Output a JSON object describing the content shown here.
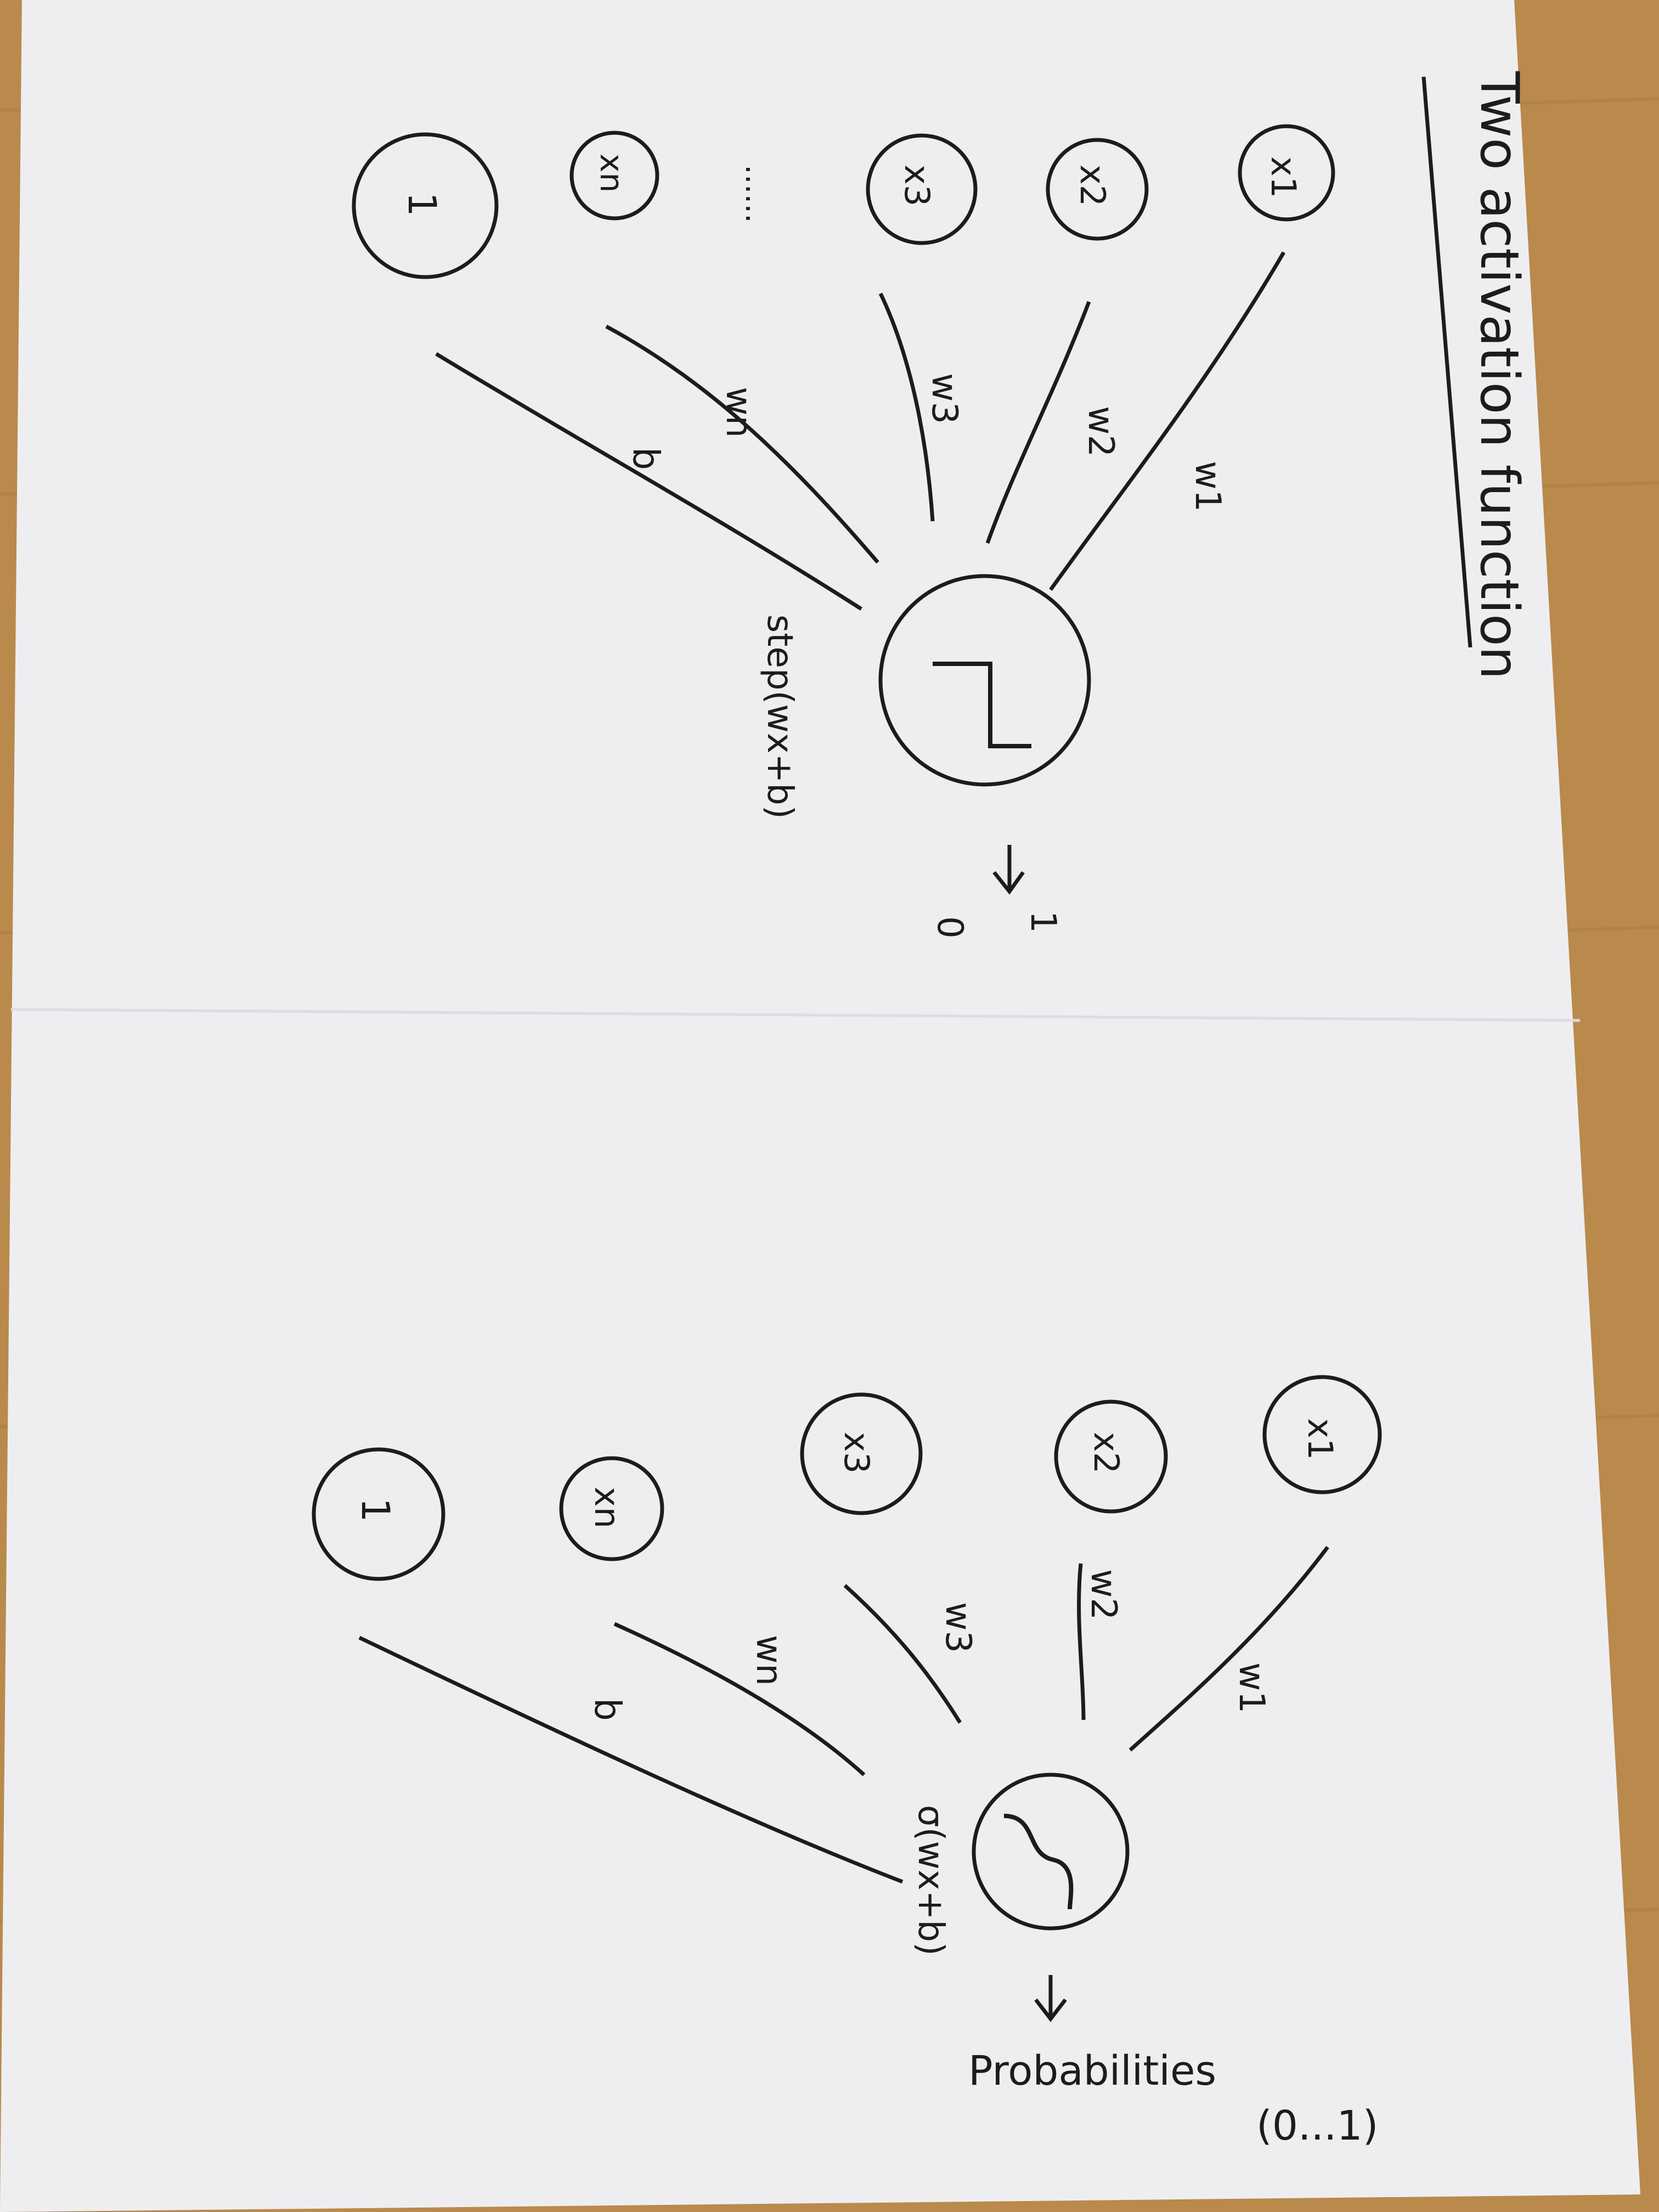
{
  "title": "Two activation function",
  "colors": {
    "table": "#b98a4c",
    "paper": "#f4f4f6",
    "ink": "#1c1c1c"
  },
  "top_diagram": {
    "inputs": [
      "x1",
      "x2",
      "x3",
      "xn",
      "1"
    ],
    "ellipsis": "......",
    "weights": [
      "w1",
      "w2",
      "w3",
      "wn",
      "b"
    ],
    "activation_icon": "step-function-icon",
    "function_label": "step(wx+b)",
    "output_values": [
      "1",
      "0"
    ]
  },
  "bottom_diagram": {
    "inputs": [
      "x1",
      "x2",
      "x3",
      "xn",
      "1"
    ],
    "weights": [
      "w1",
      "w2",
      "w3",
      "wn",
      "b"
    ],
    "activation_icon": "sigmoid-function-icon",
    "function_label": "σ(wx+b)",
    "output_label": "Probabilities",
    "output_range": "(0...1)"
  }
}
